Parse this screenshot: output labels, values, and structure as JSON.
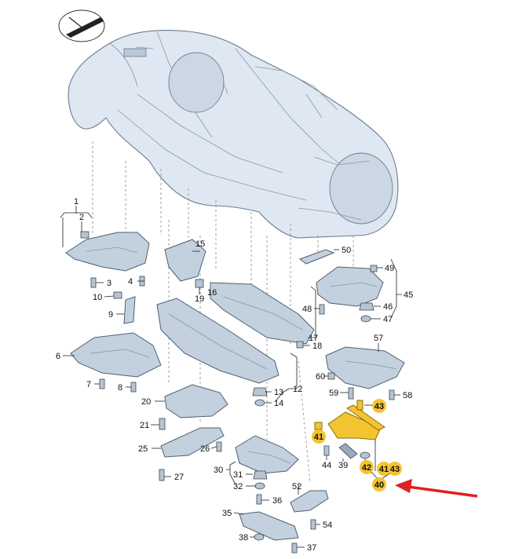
{
  "diagram": {
    "labels": [
      "1",
      "2",
      "3",
      "4",
      "6",
      "7",
      "8",
      "9",
      "10",
      "12",
      "13",
      "14",
      "15",
      "16",
      "17",
      "18",
      "19",
      "20",
      "21",
      "25",
      "26",
      "27",
      "30",
      "31",
      "32",
      "35",
      "36",
      "37",
      "38",
      "39",
      "44",
      "45",
      "46",
      "47",
      "48",
      "49",
      "50",
      "52",
      "54",
      "57",
      "58",
      "59",
      "60"
    ],
    "highlighted_labels": [
      "40",
      "41",
      "41",
      "42",
      "43",
      "43",
      "41",
      "43"
    ],
    "highlight_color": "#f4c430",
    "arrow_color": "#e02020"
  }
}
